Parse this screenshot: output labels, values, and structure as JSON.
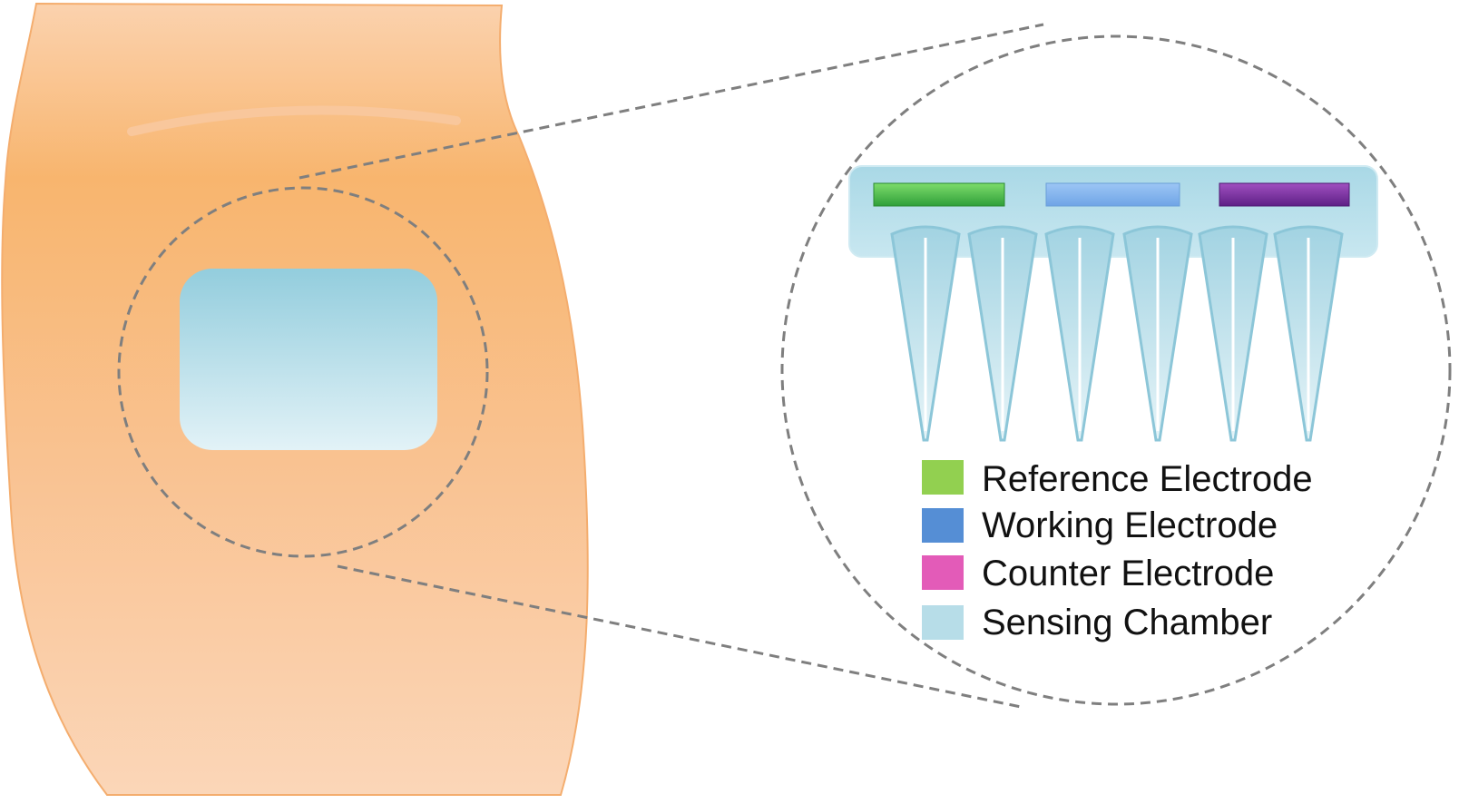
{
  "legend": {
    "items": [
      {
        "label": "Reference Electrode",
        "color": "#92d050"
      },
      {
        "label": "Working Electrode",
        "color": "#558ed5"
      },
      {
        "label": "Counter Electrode",
        "color": "#e35bb8"
      },
      {
        "label": "Sensing Chamber",
        "color": "#b7dde8"
      }
    ]
  },
  "colors": {
    "skin_light": "#fbd5b5",
    "skin_dark": "#f7b26a",
    "skin_outline": "#f2a25a",
    "patch_top": "#93cddd",
    "patch_bottom": "#def0f6",
    "substrate": "#b6dfea",
    "zoom_line": "#7f7f7f",
    "reference_bar": "#3fbf3f",
    "working_bar": "#80b3f0",
    "counter_bar": "#7030a0"
  }
}
